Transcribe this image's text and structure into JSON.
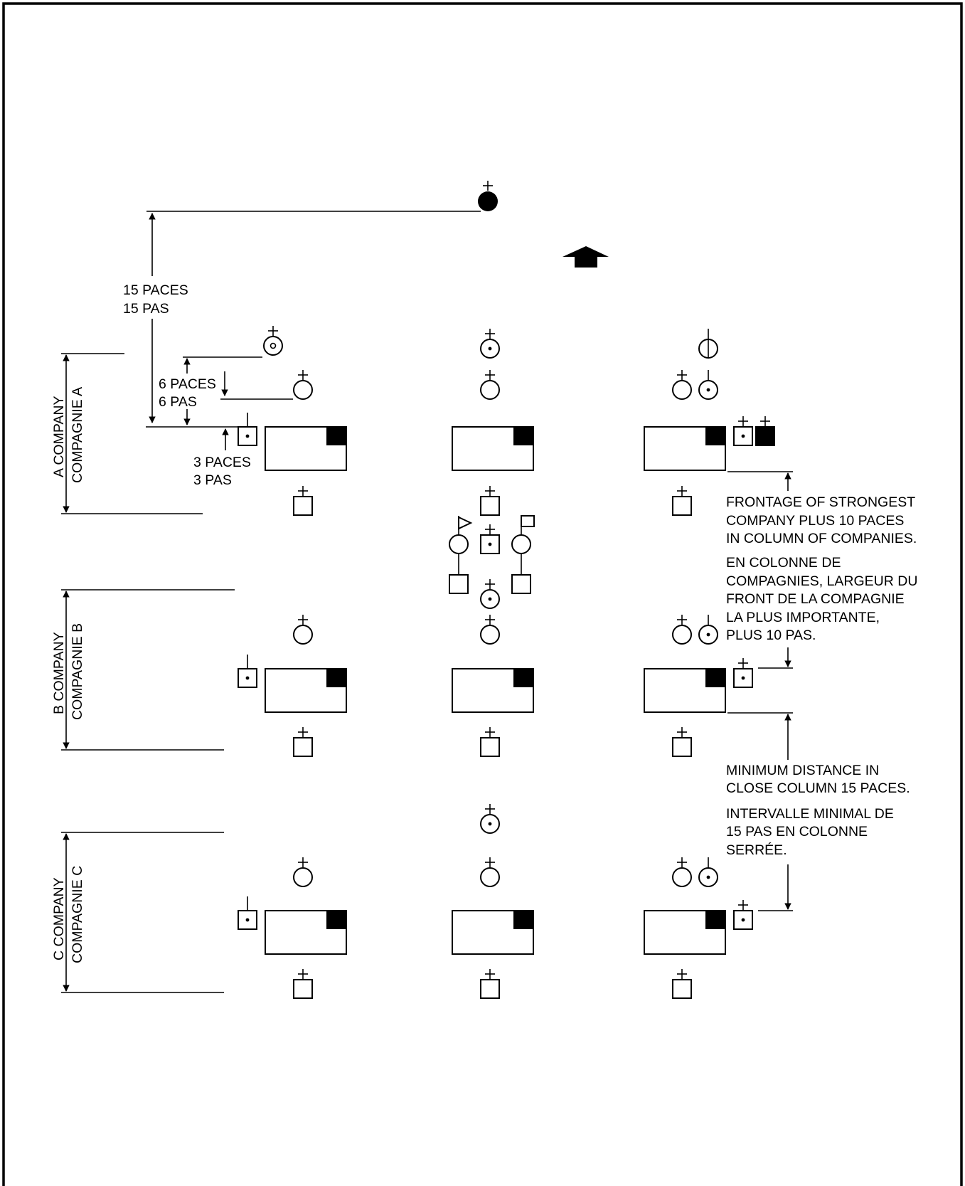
{
  "labels": {
    "paces15": "15 PACES",
    "pas15": "15 PAS",
    "paces6": "6 PACES",
    "pas6": "6 PAS",
    "paces3": "3 PACES",
    "pas3": "3 PAS",
    "company_a_en": "A COMPANY",
    "company_a_fr": "COMPAGNIE A",
    "company_b_en": "B COMPANY",
    "company_b_fr": "COMPAGNIE B",
    "company_c_en": "C COMPANY",
    "company_c_fr": "COMPAGNIE C"
  },
  "notes": {
    "frontage_en": [
      "FRONTAGE OF STRONGEST",
      "COMPANY PLUS 10 PACES",
      "IN COLUMN OF COMPANIES."
    ],
    "frontage_fr": [
      "EN COLONNE DE",
      "COMPAGNIES, LARGEUR DU",
      "FRONT DE LA COMPAGNIE",
      "LA PLUS IMPORTANTE,",
      "PLUS 10 PAS."
    ],
    "distance_en": [
      "MINIMUM DISTANCE IN",
      "CLOSE COLUMN 15 PACES."
    ],
    "distance_fr": [
      "INTERVALLE MINIMAL DE",
      "15 PAS EN COLONNE",
      "SERRÉE."
    ]
  },
  "colors": {
    "ink": "#000000",
    "paper": "#ffffff"
  }
}
